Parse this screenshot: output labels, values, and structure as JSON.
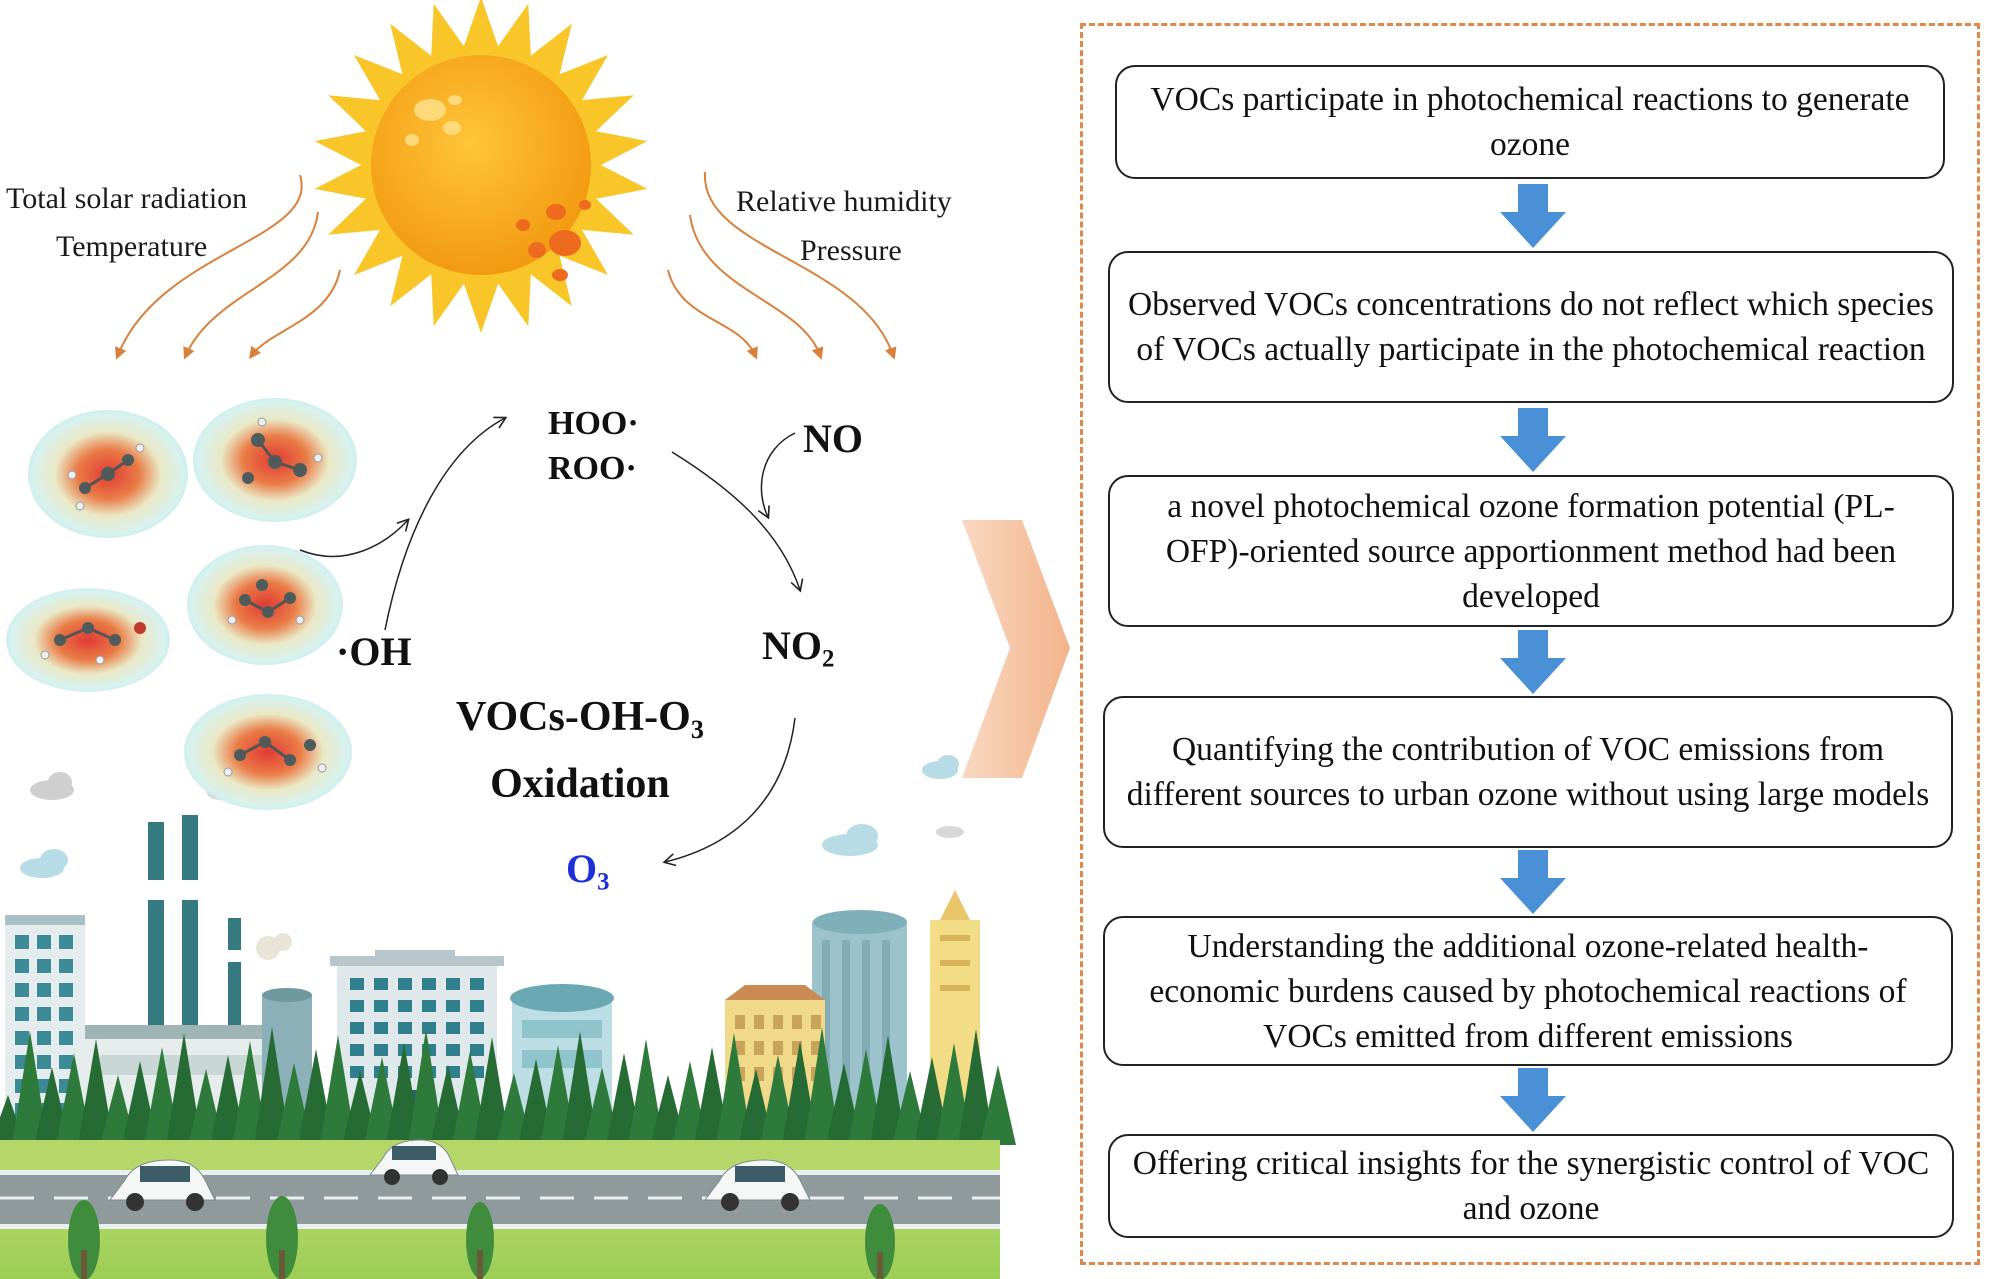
{
  "left_panel": {
    "factors_left": [
      "Total solar radiation",
      "Temperature"
    ],
    "factors_right": [
      "Relative humidity",
      "Pressure"
    ],
    "species": {
      "hoo": "HOO·",
      "roo": "ROO·",
      "no": "NO",
      "no2_base": "NO",
      "no2_sub": "2",
      "oh": "·OH",
      "o3_base": "O",
      "o3_sub": "3"
    },
    "cycle_title_line1_base": "VOCs-OH-O",
    "cycle_title_line1_sub": "3",
    "cycle_title_line2": "Oxidation"
  },
  "flowchart": {
    "steps": [
      "VOCs participate in photochemical reactions to generate ozone",
      "Observed VOCs concentrations do not reflect which species of VOCs actually participate in the photochemical reaction",
      "a novel photochemical ozone formation potential (PL-OFP)-oriented source apportionment method had been developed",
      "Quantifying the contribution of VOC emissions from different sources to urban ozone without using large models",
      "Understanding the additional ozone-related health-economic burdens caused by photochemical reactions of VOCs emitted from different emissions",
      "Offering critical insights for the synergistic control of VOC and ozone"
    ]
  },
  "colors": {
    "dashed_border": "#e0874a",
    "flow_arrow": "#4a90d6",
    "factor_arrow": "#d9803a",
    "sun": "#f7a81c",
    "o3_text": "#1d2fd8"
  }
}
